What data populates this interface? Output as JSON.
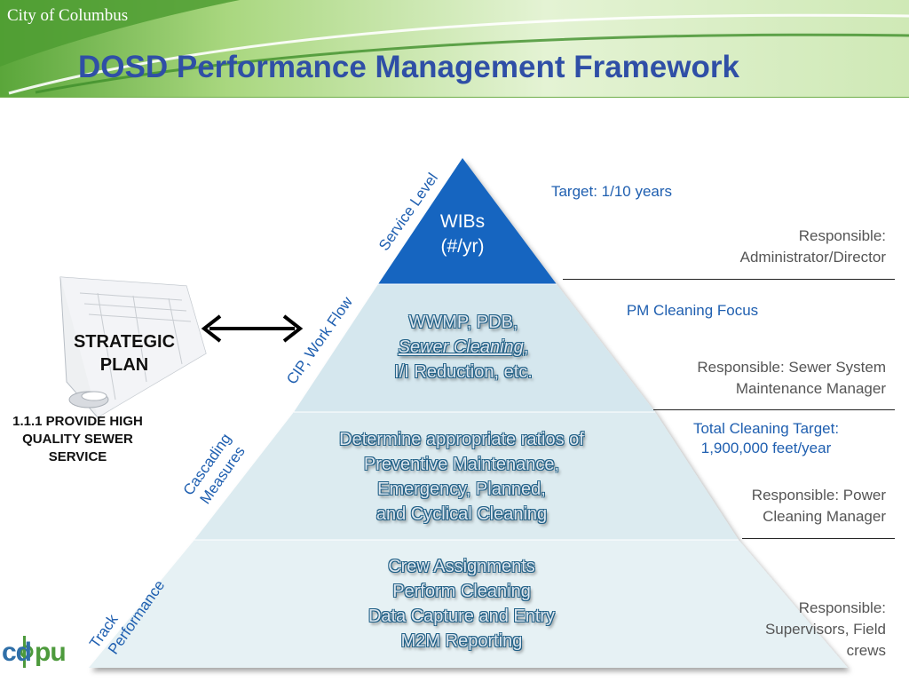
{
  "header": {
    "org": "City of Columbus",
    "title": "DOSD Performance Management Framework"
  },
  "strategic_plan": {
    "label_line1": "STRATEGIC",
    "label_line2": "PLAN",
    "goal_line1": "1.1.1 PROVIDE HIGH",
    "goal_line2": "QUALITY SEWER",
    "goal_line3": "SERVICE"
  },
  "pyramid": {
    "tier1": {
      "line1": "WIBs",
      "line2": "(#/yr)"
    },
    "tier2": {
      "line1": "WWMP, PDB,",
      "line2": "Sewer Cleaning",
      "line2_suffix": ",",
      "line3": "I/I Reduction, etc."
    },
    "tier3": {
      "line1": "Determine appropriate ratios of",
      "line2": "Preventive Maintenance,",
      "line3": "Emergency, Planned,",
      "line4": "and Cyclical Cleaning"
    },
    "tier4": {
      "line1": "Crew Assignments",
      "line2": "Perform Cleaning",
      "line3": "Data Capture and Entry",
      "line4": "M2M Reporting"
    }
  },
  "side_labels": {
    "service_level": "Service Level",
    "cip": "CIP, Work Flow",
    "cascading_line1": "Cascading",
    "cascading_line2": "Measures",
    "track_line1": "Track",
    "track_line2": "Performance"
  },
  "targets": {
    "t1": "Target: 1/10 years",
    "t2": "PM Cleaning Focus",
    "t3_line1": "Total Cleaning Target:",
    "t3_line2": "1,900,000 feet/year"
  },
  "responsible": {
    "r1_line1": "Responsible:",
    "r1_line2": "Administrator/Director",
    "r2_line1": "Responsible: Sewer System",
    "r2_line2": "Maintenance Manager",
    "r3_line1": "Responsible: Power",
    "r3_line2": "Cleaning Manager",
    "r4_line1": "Responsible:",
    "r4_line2": "Supervisors, Field",
    "r4_line3": "crews"
  },
  "logo": {
    "text_left": "cd",
    "text_right": "pu"
  },
  "colors": {
    "title": "#2f4fa6",
    "tier1": "#1565c0",
    "tier_light": "#dcebf0",
    "accent_text": "#1f5fb0",
    "header_green": "#7fbf4a"
  }
}
